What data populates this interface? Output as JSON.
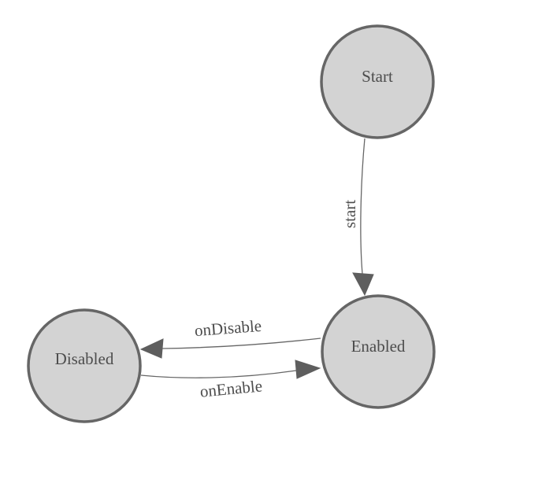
{
  "diagram": {
    "type": "state-machine-diagram",
    "background_color": "#ffffff",
    "node_fill_color": "#d3d3d3",
    "node_stroke_color": "#666666",
    "edge_color": "#666666",
    "arrow_color": "#5e5e5e",
    "text_color": "#4d4d4d",
    "nodes": [
      {
        "id": "start",
        "label": "Start",
        "shape": "circle"
      },
      {
        "id": "enabled",
        "label": "Enabled",
        "shape": "circle"
      },
      {
        "id": "disabled",
        "label": "Disabled",
        "shape": "circle"
      }
    ],
    "edges": [
      {
        "from": "Start",
        "to": "Enabled",
        "label": "start"
      },
      {
        "from": "Enabled",
        "to": "Disabled",
        "label": "onDisable"
      },
      {
        "from": "Disabled",
        "to": "Enabled",
        "label": "onEnable"
      }
    ]
  }
}
